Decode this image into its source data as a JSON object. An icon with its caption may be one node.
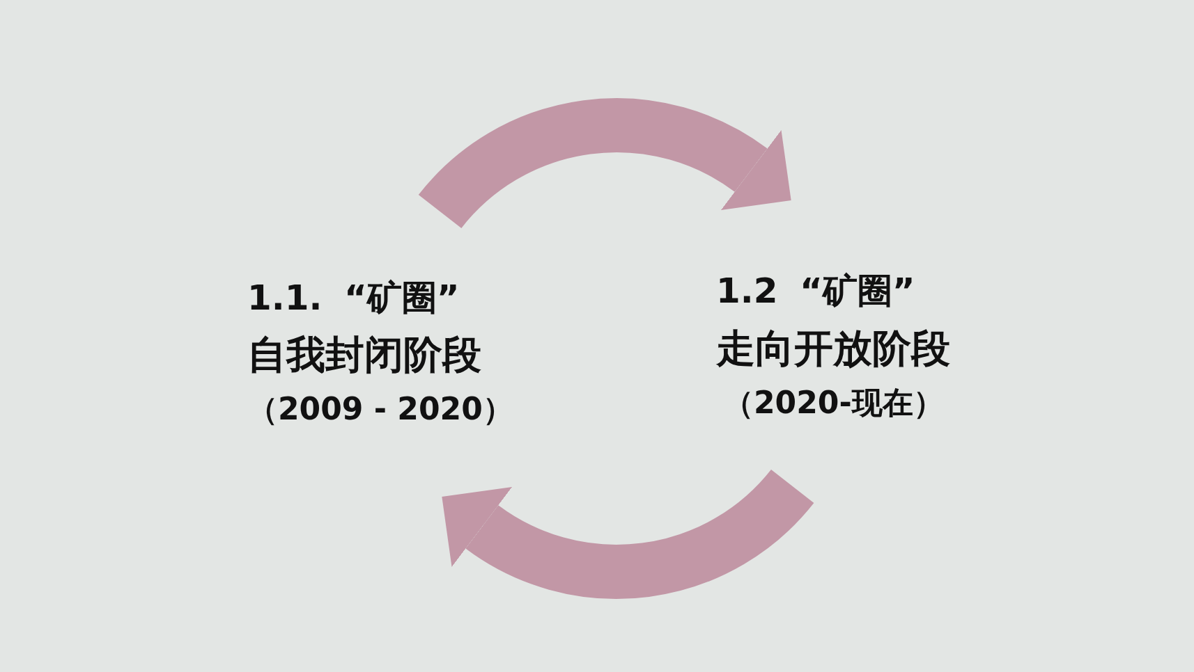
{
  "diagram": {
    "nodes": [
      {
        "text": [
          "1.1. “矿圈”",
          "自我封闭阶段",
          "（2009 - 2020）"
        ]
      },
      {
        "text": [
          "1.2 “矿圈”",
          "走向开放阶段",
          "（2020-现在）"
        ]
      }
    ],
    "edges": [
      {
        "from": 0,
        "to": 1,
        "arrow": "to"
      },
      {
        "from": 1,
        "to": 0,
        "arrow": "to"
      }
    ]
  }
}
